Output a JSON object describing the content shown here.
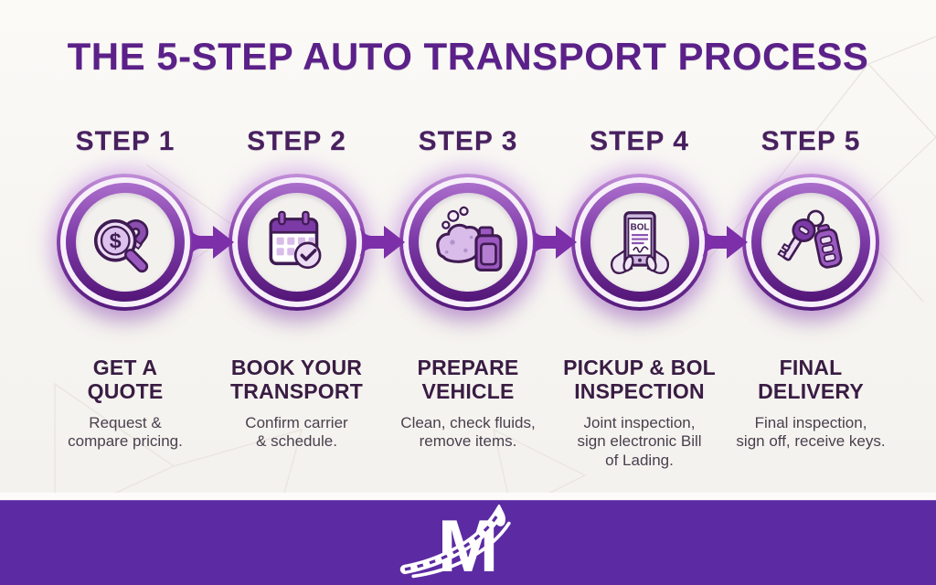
{
  "title": "THE 5-STEP AUTO TRANSPORT PROCESS",
  "colors": {
    "background": "#f6f4f0",
    "title_text": "#5b2189",
    "step_label_text": "#48205f",
    "step_title_text": "#391c43",
    "step_desc_text": "#493f4e",
    "ring_purple": "#7d3aa7",
    "arrow_purple": "#7c2fa9",
    "footer_bar": "#5c2ba3",
    "icon_stroke": "#3f1b52",
    "icon_fill_light": "#d9bce9",
    "icon_fill_mid": "#9b59c0"
  },
  "steps": [
    {
      "label": "STEP 1",
      "icon": "magnifier-dollar-magnet-icon",
      "icon_text": "$",
      "title": "GET A\nQUOTE",
      "desc": "Request &\ncompare pricing."
    },
    {
      "label": "STEP 2",
      "icon": "calendar-check-icon",
      "title": "BOOK YOUR\nTRANSPORT",
      "desc": "Confirm carrier\n& schedule."
    },
    {
      "label": "STEP 3",
      "icon": "sponge-fuel-can-icon",
      "title": "PREPARE\nVEHICLE",
      "desc": "Clean, check fluids,\nremove items."
    },
    {
      "label": "STEP 4",
      "icon": "bol-tablet-hands-icon",
      "icon_text": "BOL",
      "title": "PICKUP & BOL\nINSPECTION",
      "desc": "Joint inspection,\nsign electronic Bill\nof Lading."
    },
    {
      "label": "STEP 5",
      "icon": "car-keys-icon",
      "title": "FINAL\nDELIVERY",
      "desc": "Final inspection,\nsign off, receive keys."
    }
  ],
  "footer": {
    "logo": "m-road-swoosh-logo",
    "logo_letter": "M"
  }
}
